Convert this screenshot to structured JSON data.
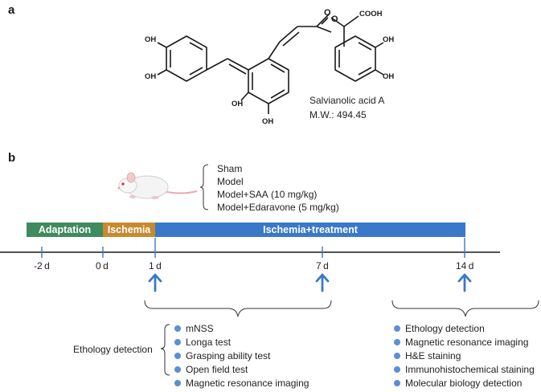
{
  "panel_a": {
    "label": "a",
    "molecule_labels": {
      "cooh": "COOH",
      "oh": "OH"
    },
    "compound_name": "Salvianolic acid A",
    "molecular_weight": "M.W.: 494.45"
  },
  "panel_b": {
    "label": "b",
    "groups": [
      "Sham",
      "Model",
      "Model+SAA (10 mg/kg)",
      "Model+Edaravone (5 mg/kg)"
    ],
    "phases": [
      {
        "label": "Adaptation",
        "color": "#3f8a5f"
      },
      {
        "label": "Ischemia",
        "color": "#c88a2f"
      },
      {
        "label": "Ischemia+treatment",
        "color": "#3a78c9"
      }
    ],
    "days": [
      "-2 d",
      "0 d",
      "1 d",
      "7 d",
      "14 d"
    ],
    "ethology_label": "Ethology detection",
    "left_list": [
      "mNSS",
      "Longa test",
      "Grasping ability test",
      "Open field test",
      "Magnetic resonance imaging"
    ],
    "right_list": [
      "Ethology detection",
      "Magnetic resonance imaging",
      "H&E staining",
      "Immunohistochemical staining",
      "Molecular biology detection"
    ],
    "accent_color": "#3a78c9"
  }
}
